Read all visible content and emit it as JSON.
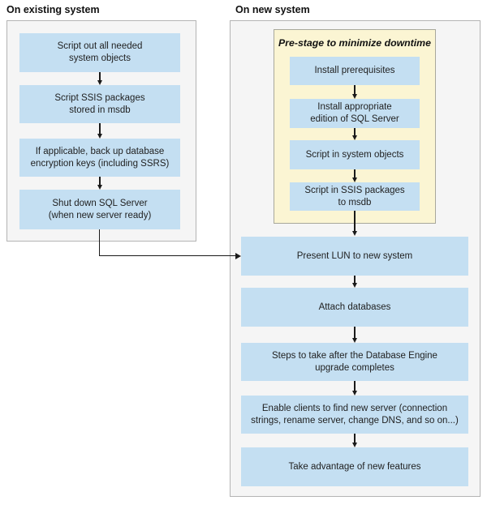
{
  "diagram": {
    "existing": {
      "title": "On existing system",
      "steps": [
        "Script out all needed\nsystem objects",
        "Script SSIS packages\nstored in msdb",
        "If applicable, back up database\nencryption keys (including SSRS)",
        "Shut down SQL Server\n(when new server ready)"
      ]
    },
    "new": {
      "title": "On new system",
      "prestage": {
        "title": "Pre-stage to minimize downtime",
        "steps": [
          "Install prerequisites",
          "Install appropriate\nedition of SQL Server",
          "Script in system objects",
          "Script in SSIS packages\nto msdb"
        ]
      },
      "steps": [
        "Present LUN to new system",
        "Attach databases",
        "Steps to take after the Database Engine\nupgrade completes",
        "Enable clients to find new server (connection\nstrings, rename server, change DNS, and so on...)",
        "Take advantage of new features"
      ]
    }
  },
  "colors": {
    "step_box_fill": "#c4dff2",
    "panel_fill": "#f5f5f5",
    "panel_border": "#b4b4b4",
    "prestage_fill": "#fbf5d3",
    "prestage_border": "#a8a89b",
    "arrow": "#1a1a1a",
    "text": "#1f1f1f"
  }
}
